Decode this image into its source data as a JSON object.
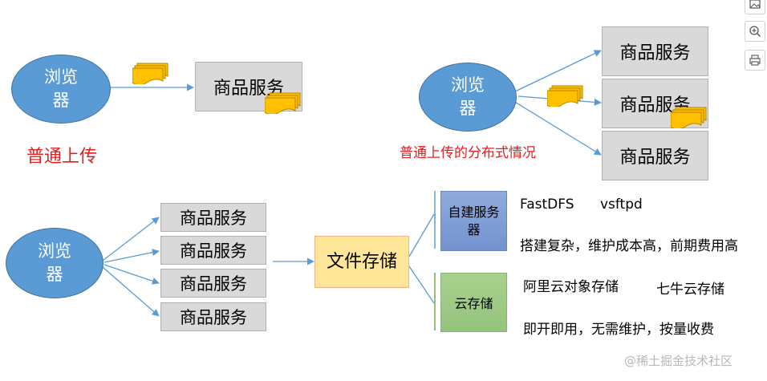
{
  "browser_label": "浏览器",
  "service_label": "商品服务",
  "file_storage_label": "文件存储",
  "normal_upload_caption": "普通上传",
  "distributed_upload_caption": "普通上传的分布式情况",
  "self_built": {
    "label": "自建服务器",
    "tools": "FastDFS      vsftpd",
    "drawback": "搭建复杂，维护成本高，前期费用高"
  },
  "cloud": {
    "label": "云存储",
    "providers_1": "阿里云对象存储",
    "providers_2": "七牛云存储",
    "benefit": "即开即用，无需维护，按量收费"
  },
  "watermark": "@稀土掘金技术社区",
  "toolbar": {
    "items": [
      "image-icon",
      "zoom-in-icon",
      "print-icon"
    ]
  },
  "colors": {
    "browser_fill": "#5b9bd5",
    "service_fill": "#d9d9d9",
    "file_storage_fill": "#ffe699",
    "self_built_fill": "#8faadc",
    "cloud_fill": "#a9d18e",
    "caption_red": "#e02020",
    "arrow": "#5b9bd5",
    "file_icon": "#ffc000"
  }
}
